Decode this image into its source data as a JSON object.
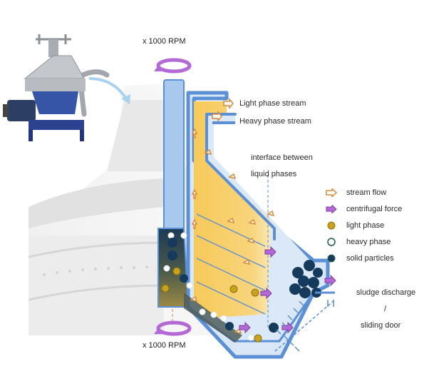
{
  "rpm_top": "x 1000 RPM",
  "rpm_bottom": "x 1000 RPM",
  "labels": {
    "light_stream": "Light phase stream",
    "heavy_stream": "Heavy phase stream",
    "interface_line1": "interface between",
    "interface_line2": "liquid phases",
    "sludge_line1": "sludge discharge",
    "sludge_line2": "/",
    "sludge_line3": "sliding door"
  },
  "legend": [
    {
      "symbol": "stream-flow-arrow",
      "label": "stream flow"
    },
    {
      "symbol": "centrifugal-force-arrow",
      "label": "centrifugal force"
    },
    {
      "symbol": "light-phase-dot",
      "label": "light phase"
    },
    {
      "symbol": "heavy-phase-dot",
      "label": "heavy phase"
    },
    {
      "symbol": "solid-particle-dot",
      "label": "solid particles"
    }
  ],
  "colors": {
    "bowl_wall": "#5b8fd6",
    "light_phase": "#f7cf6a",
    "heavy_phase": "#dbe8f7",
    "solid_particle": "#163a5c",
    "light_particle": "#c9a21e",
    "stream_arrow": "#d98a3a",
    "centrifugal_arrow": "#b46ad6"
  }
}
